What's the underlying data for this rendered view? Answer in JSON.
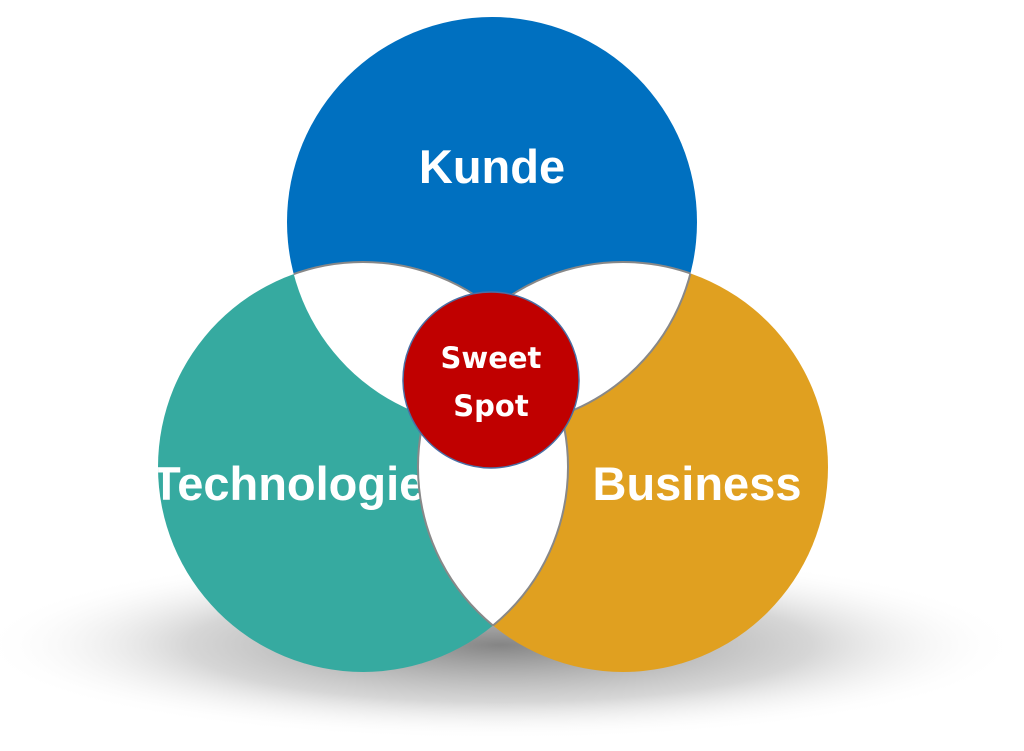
{
  "diagram": {
    "type": "venn",
    "sets": [
      {
        "label": "Kunde",
        "color": "#0070C0"
      },
      {
        "label": "Technologie",
        "visible_text": "Technologi",
        "color": "#36AAA0"
      },
      {
        "label": "Business",
        "color": "#E0A020"
      }
    ],
    "center": {
      "line1": "Sweet",
      "line2": "Spot",
      "color": "#C00000"
    },
    "intersection_color": "#FFFFFF"
  }
}
